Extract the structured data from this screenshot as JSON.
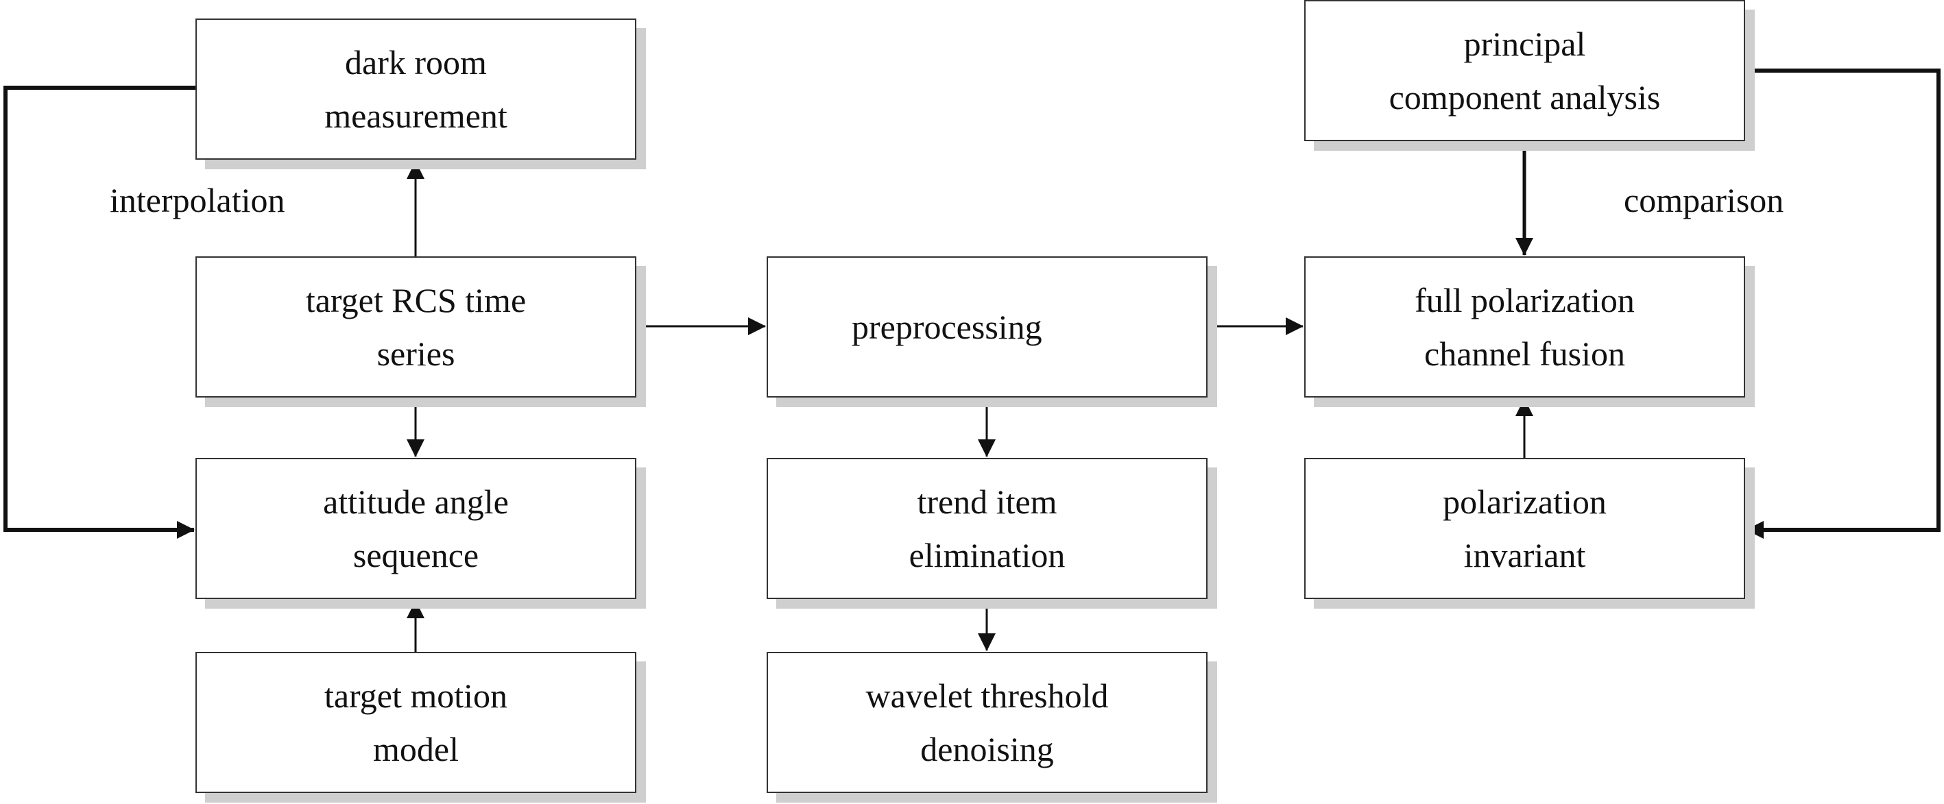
{
  "nodes": {
    "dark_room": [
      "dark room",
      "measurement"
    ],
    "rcs_series": [
      "target RCS time",
      "series"
    ],
    "attitude": [
      "attitude angle",
      "sequence"
    ],
    "motion_model": [
      "target motion",
      "model"
    ],
    "preprocessing": [
      "preprocessing"
    ],
    "trend": [
      "trend item",
      "elimination"
    ],
    "wavelet": [
      "wavelet threshold",
      "denoising"
    ],
    "pca": [
      "principal",
      "component analysis"
    ],
    "fusion": [
      "full polarization",
      "channel fusion"
    ],
    "invariant": [
      "polarization",
      "invariant"
    ]
  },
  "edge_labels": {
    "interpolation": "interpolation",
    "comparison": "comparison"
  },
  "colors": {
    "line": "#111111",
    "box_border": "#333333",
    "shadow": "#cfcfcf",
    "background": "#ffffff"
  }
}
